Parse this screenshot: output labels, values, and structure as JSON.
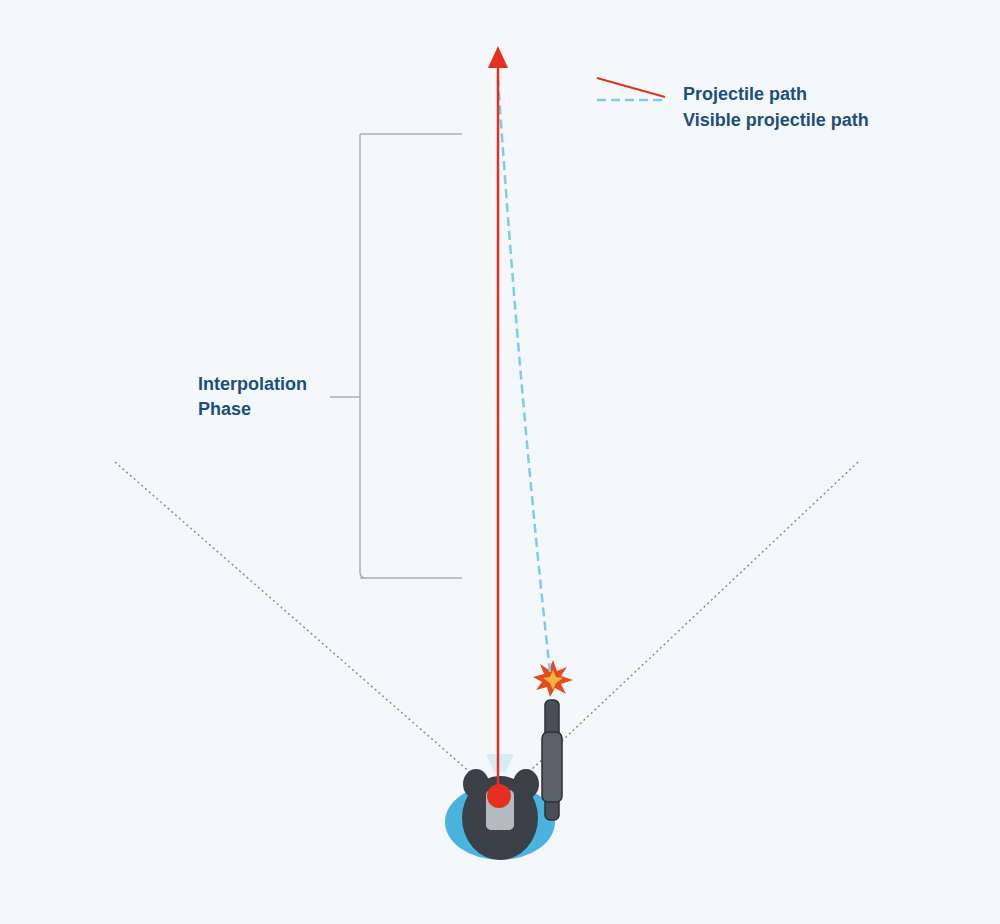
{
  "diagram": {
    "labels": [
      "Interpolation Phase"
    ],
    "legend": [
      {
        "text": "Projectile path"
      },
      {
        "text": "Visible projectile path"
      }
    ]
  }
}
